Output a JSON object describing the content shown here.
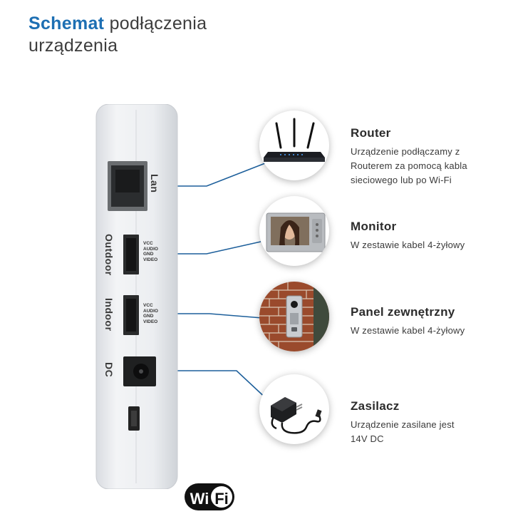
{
  "header": {
    "title_accent": "Schemat",
    "title_rest": "podłączenia",
    "title_line2": "urządzenia"
  },
  "device": {
    "ports": {
      "lan": "Lan",
      "outdoor": "Outdoor",
      "indoor": "Indoor",
      "dc": "DC"
    },
    "outdoor_pins": [
      "VCC",
      "AUDIO",
      "GND",
      "VIDEO"
    ],
    "indoor_pins": [
      "VCC",
      "AUDIO",
      "GND",
      "VIDEO"
    ],
    "body_color": "#eceef1",
    "line_color": "#1d5f9b"
  },
  "connections": [
    {
      "id": "router",
      "icon": "router-icon",
      "title": "Router",
      "desc": [
        "Urządzenie podłączamy z",
        "Routerem za pomocą kabla",
        "sieciowego lub po Wi-Fi"
      ]
    },
    {
      "id": "monitor",
      "icon": "monitor-icon",
      "title": "Monitor",
      "desc": [
        "W zestawie kabel 4-żyłowy"
      ]
    },
    {
      "id": "panel",
      "icon": "door-panel-icon",
      "title": "Panel zewnętrzny",
      "desc": [
        "W zestawie kabel 4-żyłowy"
      ]
    },
    {
      "id": "zasilacz",
      "icon": "power-adapter-icon",
      "title": "Zasilacz",
      "desc": [
        "Urządzenie zasilane jest",
        "14V DC"
      ]
    }
  ],
  "logo": {
    "text": "WiFi",
    "icon": "wifi-logo-icon"
  }
}
